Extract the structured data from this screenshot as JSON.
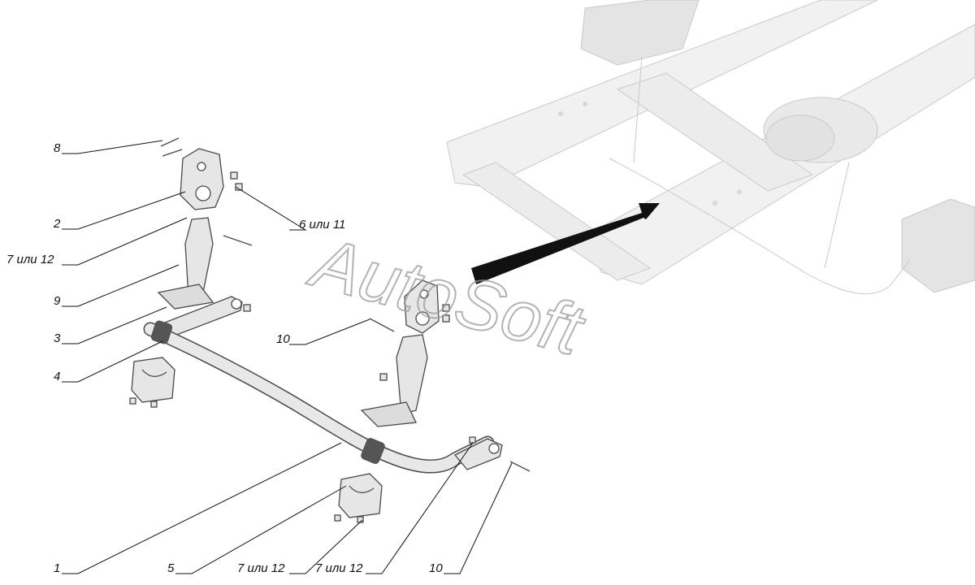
{
  "watermark": "AutoSoft",
  "callouts": [
    {
      "id": "c8",
      "text": "8"
    },
    {
      "id": "c2",
      "text": "2"
    },
    {
      "id": "c6",
      "text": "6 или 11"
    },
    {
      "id": "c7a",
      "text": "7 или 12"
    },
    {
      "id": "c9",
      "text": "9"
    },
    {
      "id": "c3",
      "text": "3"
    },
    {
      "id": "c4",
      "text": "4"
    },
    {
      "id": "c10a",
      "text": "10"
    },
    {
      "id": "c1",
      "text": "1"
    },
    {
      "id": "c5",
      "text": "5"
    },
    {
      "id": "c7b",
      "text": "7 или 12"
    },
    {
      "id": "c7c",
      "text": "7 или 12"
    },
    {
      "id": "c10b",
      "text": "10"
    }
  ],
  "colors": {
    "part_fill": "#e6e6e6",
    "part_stroke": "#4a4a4a",
    "frame_fill": "#f1f1f1",
    "frame_stroke": "#c9c9c9",
    "arrow": "#111111",
    "text": "#111111",
    "watermark_stroke": "#9a9a9a"
  }
}
